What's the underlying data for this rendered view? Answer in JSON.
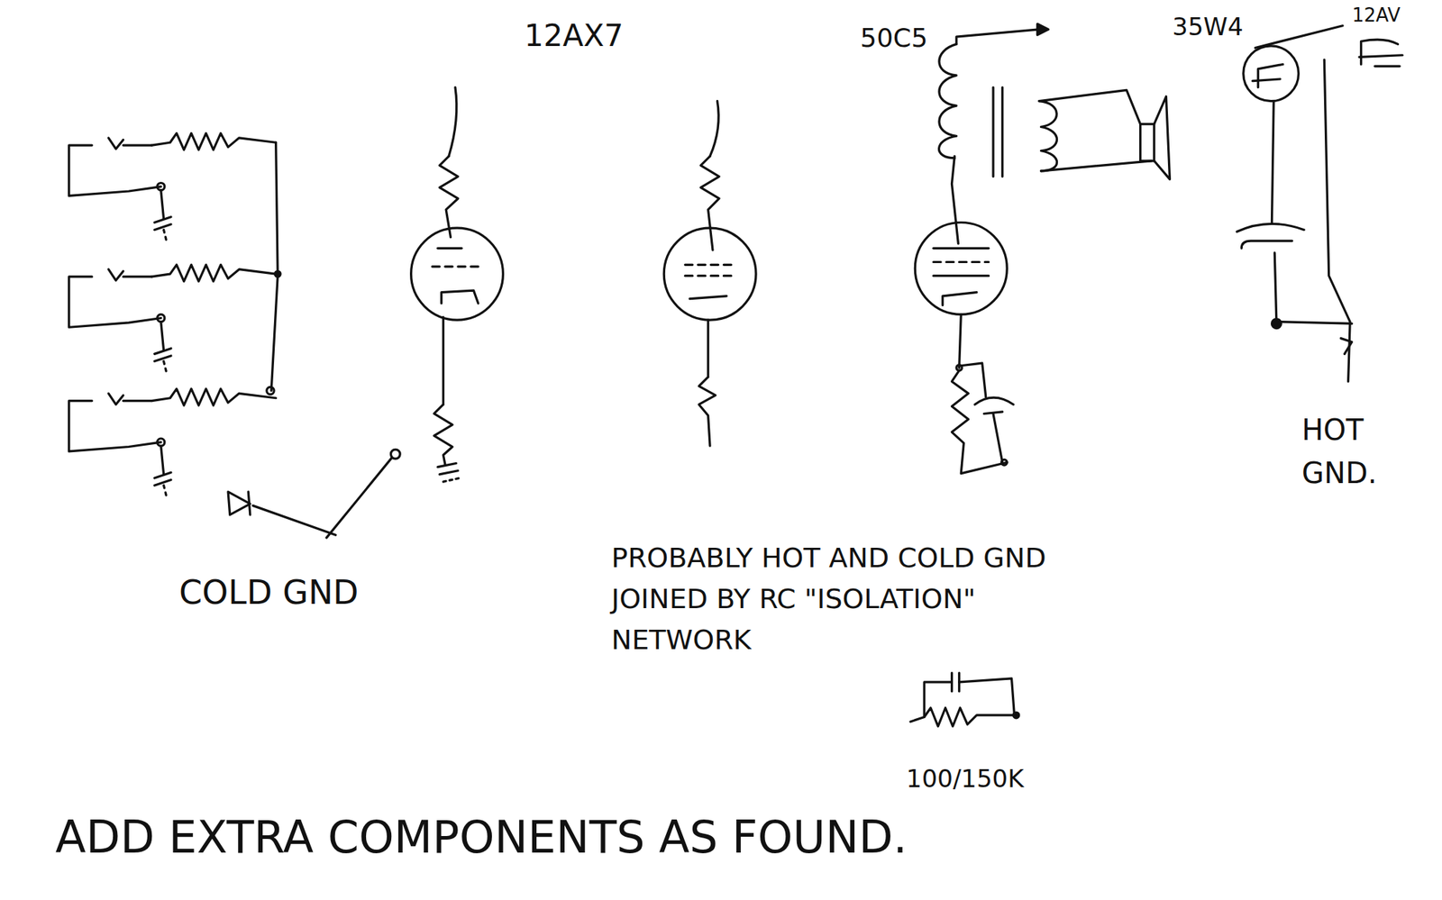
{
  "diagram": {
    "labels": [
      "12AX7",
      "50C5",
      "35W4",
      "12AV",
      "HOT GND.",
      "COLD GND",
      "PROBABLY HOT AND COLD GND JOINED BY RC \"ISOLATION\" NETWORK",
      "100/150K",
      "ADD EXTRA COMPONENTS AS FOUND."
    ]
  }
}
